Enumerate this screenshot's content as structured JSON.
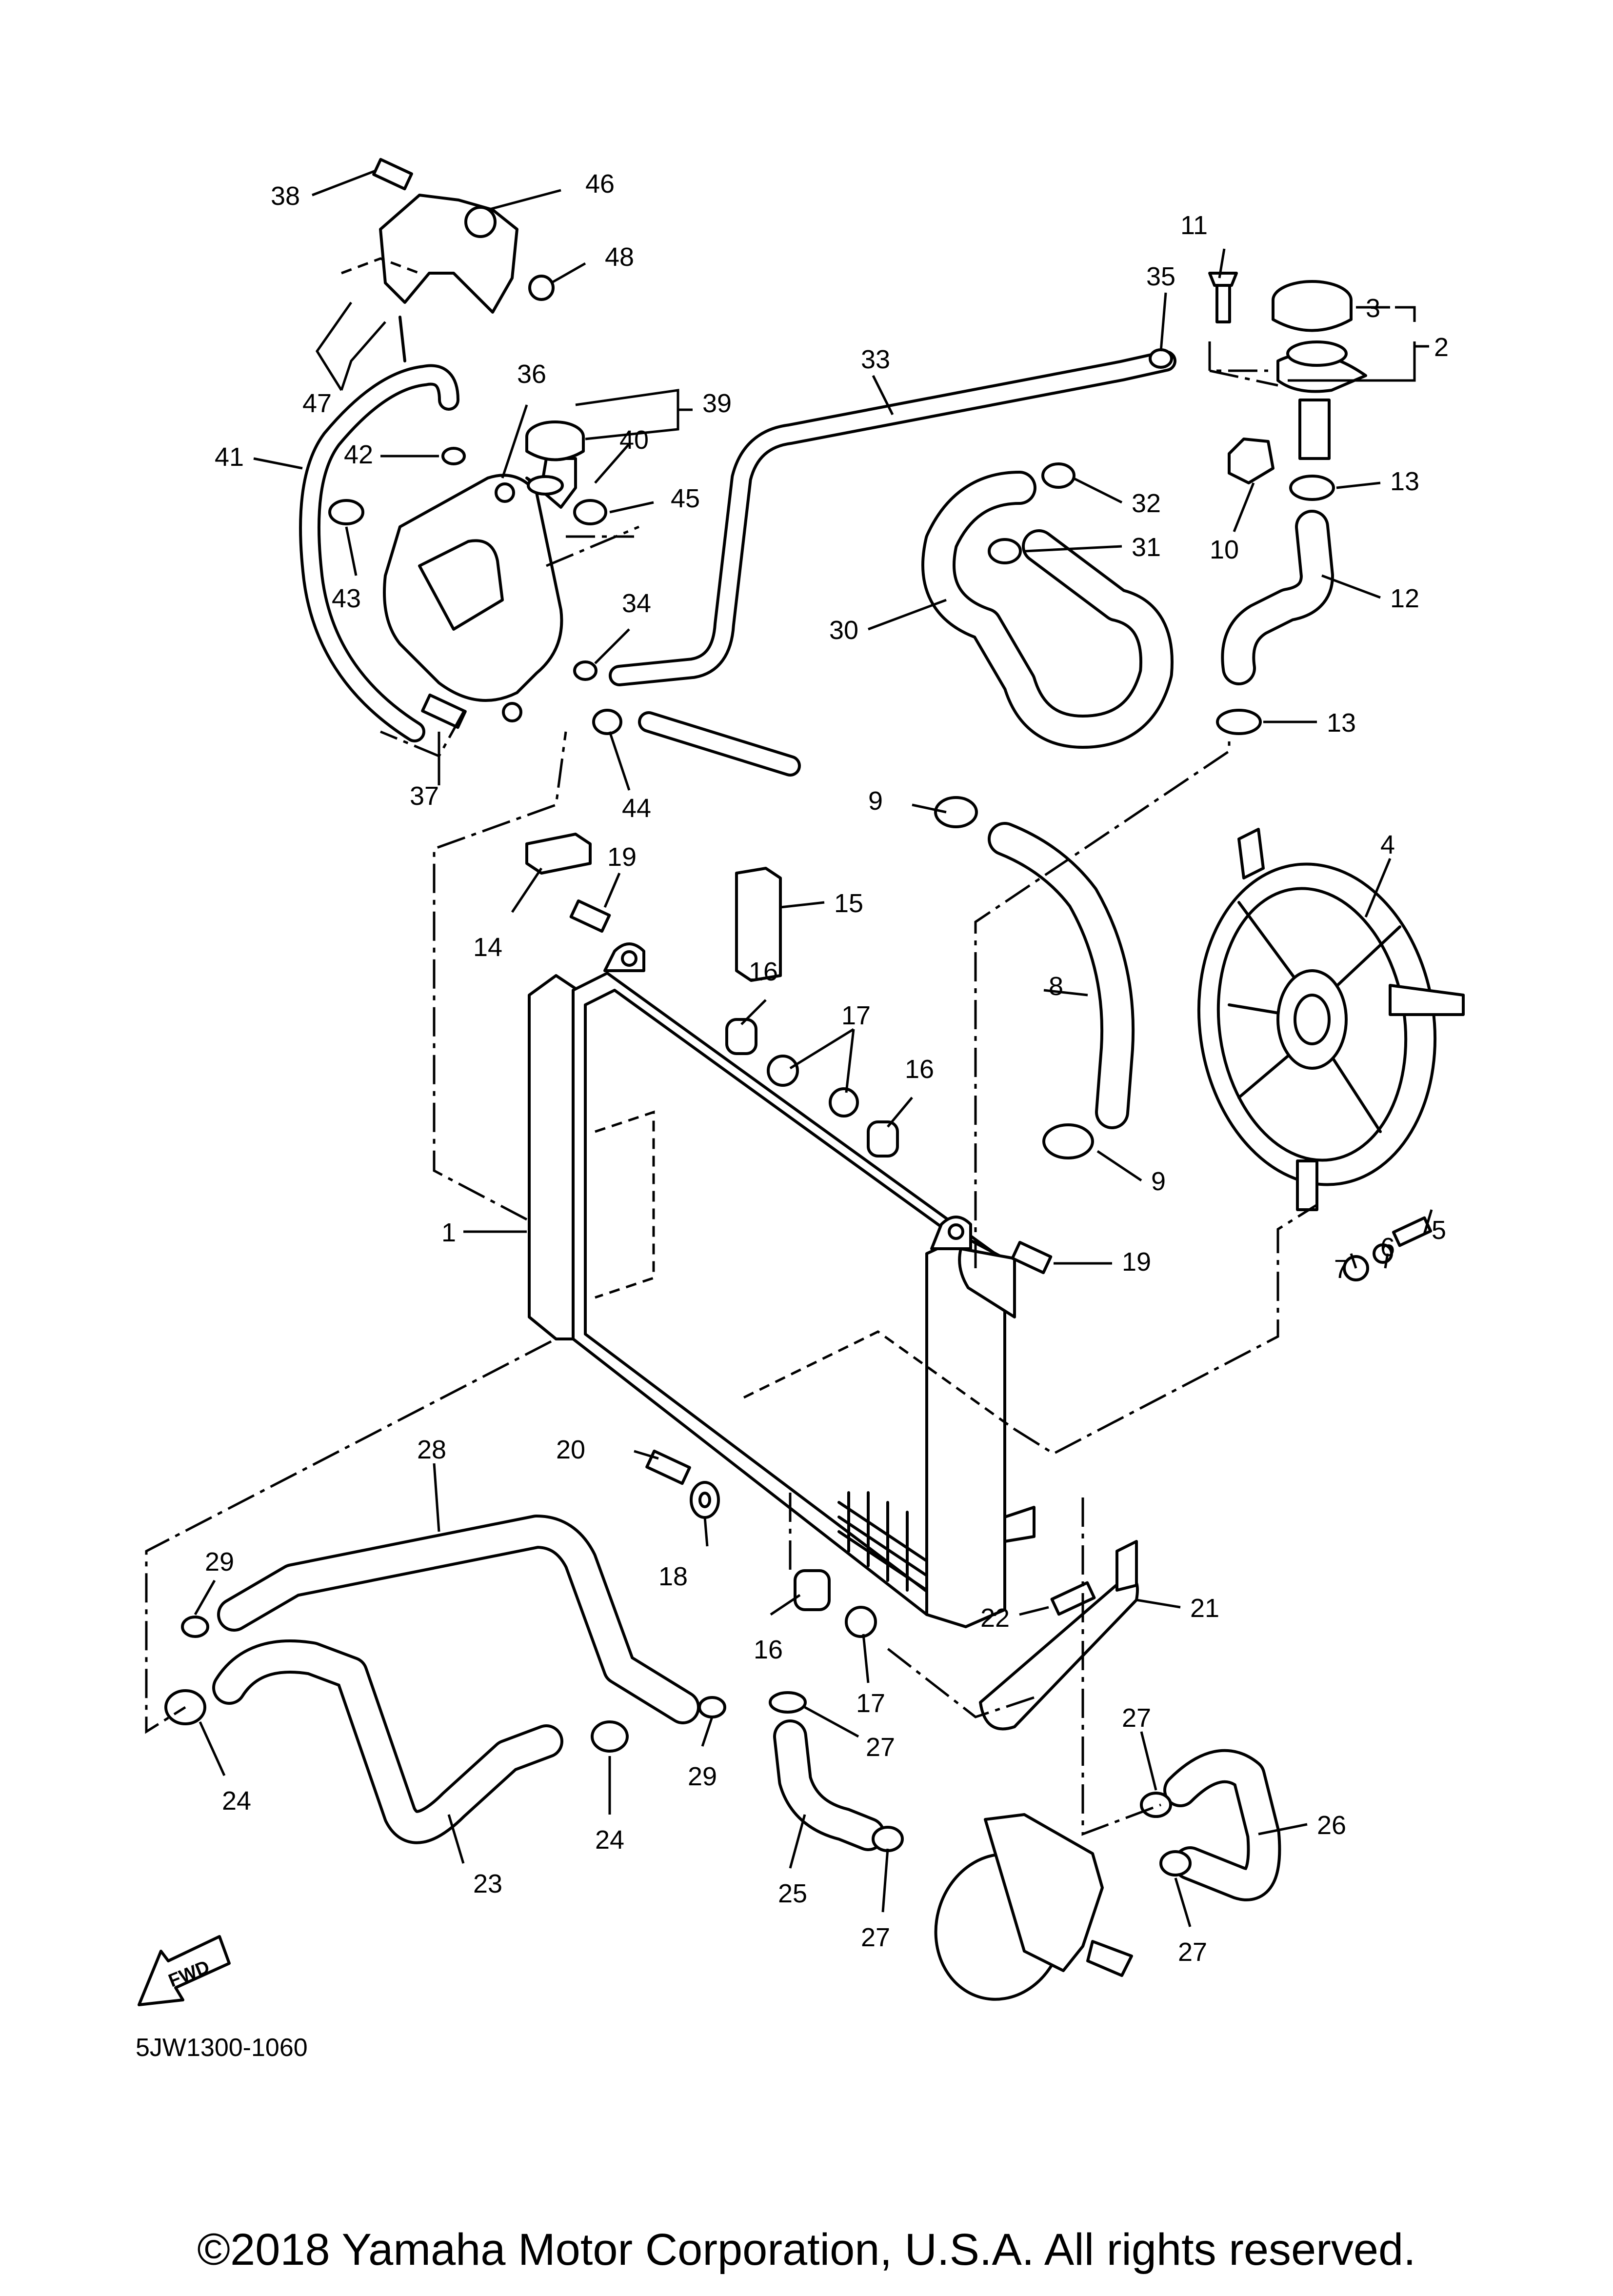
{
  "diagram": {
    "code": "5JW1300-1060",
    "copyright": "©2018 Yamaha Motor Corporation, U.S.A. All rights reserved.",
    "direction_badge": "FWD",
    "callouts": [
      "1",
      "2",
      "3",
      "4",
      "5",
      "6",
      "7",
      "8",
      "9",
      "9",
      "10",
      "11",
      "12",
      "13",
      "13",
      "14",
      "15",
      "16",
      "16",
      "16",
      "17",
      "17",
      "18",
      "19",
      "19",
      "20",
      "21",
      "22",
      "23",
      "24",
      "24",
      "25",
      "26",
      "27",
      "27",
      "27",
      "27",
      "28",
      "29",
      "29",
      "30",
      "31",
      "32",
      "33",
      "34",
      "35",
      "36",
      "37",
      "38",
      "39",
      "40",
      "41",
      "42",
      "43",
      "44",
      "45",
      "46",
      "47",
      "48"
    ]
  }
}
